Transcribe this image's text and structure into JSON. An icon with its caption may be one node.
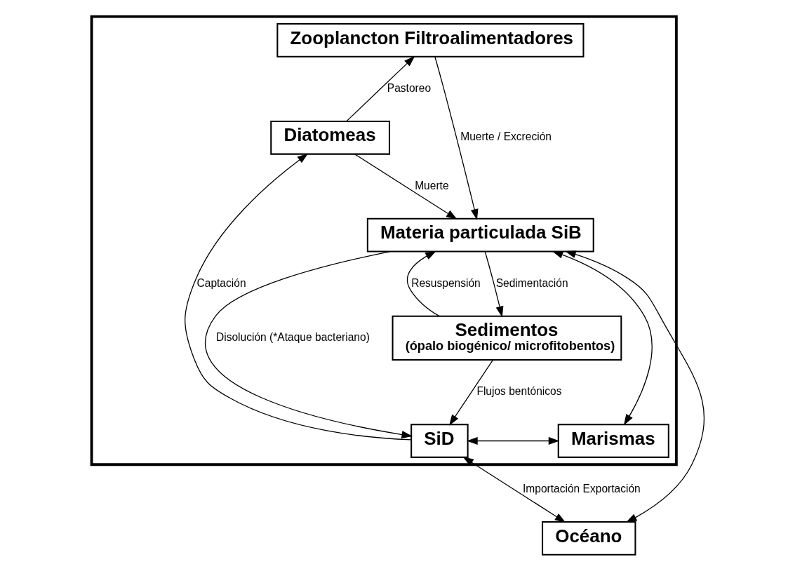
{
  "diagram": {
    "nodes": [
      {
        "text": [],
        "shape": "box"
      },
      {
        "text": [
          "Zooplancton Filtroalimentadores"
        ],
        "in": 0
      },
      {
        "text": [
          "Diatomeas"
        ],
        "in": 0
      },
      {
        "text": [
          "Materia particulada SiB"
        ],
        "in": 0
      },
      {
        "text": [
          "Sedimentos",
          "(ópalo biogénico/ microfitobentos)"
        ],
        "in": 0
      },
      {
        "text": [
          "SiD"
        ],
        "in": 0
      },
      {
        "text": [
          "Marismas"
        ],
        "in": 0
      },
      {
        "text": [
          "Océano"
        ]
      }
    ],
    "edges": [
      {
        "from": 2,
        "to": 1,
        "arrow": "to",
        "label": "Pastoreo"
      },
      {
        "from": 1,
        "to": 3,
        "arrow": "to",
        "label": "Muerte / Excreción"
      },
      {
        "from": 2,
        "to": 3,
        "arrow": "to",
        "label": "Muerte"
      },
      {
        "from": 3,
        "to": 4,
        "arrow": "to",
        "label": "Sedimentación"
      },
      {
        "from": 4,
        "to": 3,
        "arrow": "to",
        "label": "Resuspensión"
      },
      {
        "from": 3,
        "to": 5,
        "arrow": "to",
        "label": "Disolución (*Ataque bacteriano)"
      },
      {
        "from": 5,
        "to": 2,
        "arrow": "to",
        "label": "Captación"
      },
      {
        "from": 4,
        "to": 5,
        "arrow": "to",
        "label": "Flujos bentónicos"
      },
      {
        "from": 3,
        "to": 6,
        "arrow": "both"
      },
      {
        "from": 5,
        "to": 6,
        "arrow": "both"
      },
      {
        "from": 5,
        "to": 7,
        "arrow": "both",
        "label": "Importación Exportación"
      },
      {
        "from": 3,
        "to": 7,
        "arrow": "both"
      }
    ]
  }
}
